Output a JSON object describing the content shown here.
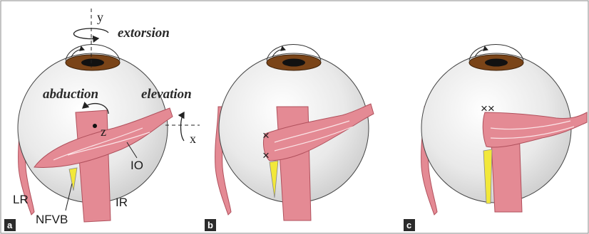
{
  "panels": [
    {
      "letter": "a"
    },
    {
      "letter": "b"
    },
    {
      "letter": "c"
    }
  ],
  "labels": {
    "axis_y": "y",
    "axis_x": "x",
    "axis_z": "z",
    "extorsion": "extorsion",
    "abduction": "abduction",
    "elevation": "elevation",
    "io": "IO",
    "lr": "LR",
    "ir": "IR",
    "nfvb": "NFVB"
  },
  "suture_marks": {
    "b": "×",
    "c": "××"
  },
  "colors": {
    "globe": "#e6e6e6",
    "iris": "#7a4418",
    "pupil": "#111111",
    "muscle": "#e48a94",
    "muscle_stroke": "#b0505c",
    "nerve_bundle": "#f2e83a",
    "panel_badge": "#2b2b2b"
  }
}
